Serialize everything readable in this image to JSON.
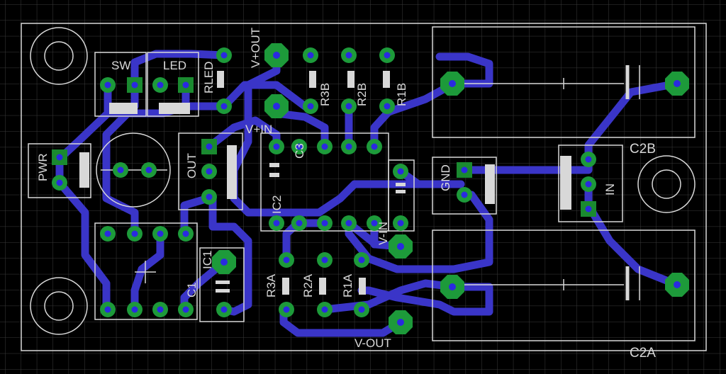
{
  "colors": {
    "background": "#000000",
    "grid": "#3a3a3a",
    "trace": "#3a35c8",
    "pad_copper": "#1d9a3a",
    "pad_hole": "#2a2ae0",
    "silkscreen": "#d8d8d8",
    "pad_fill_rect": "#1a8a30"
  },
  "labels": {
    "sw": "SW",
    "led": "LED",
    "rled": "RLED",
    "vplus_out": "V+OUT",
    "r3b": "R3B",
    "r2b": "R2B",
    "r1b": "R1B",
    "pwr": "PWR",
    "out": "OUT",
    "vplus_in": "V+IN",
    "c3": "C3",
    "ic2": "IC2",
    "vin": "V-IN",
    "gnd": "GND",
    "in": "IN",
    "c2b": "C2B",
    "c2a": "C2A",
    "ic1": "IC1",
    "c1": "C1",
    "r3a": "R3A",
    "r2a": "R2A",
    "r1a": "R1A",
    "vminus_out": "V-OUT"
  }
}
